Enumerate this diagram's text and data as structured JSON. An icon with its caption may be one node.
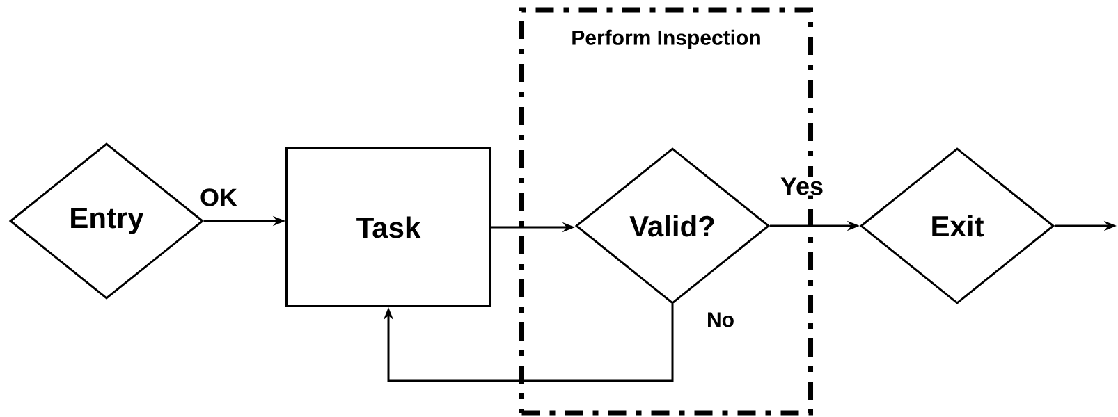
{
  "diagram": {
    "nodes": [
      {
        "text": [
          "Perform Inspection"
        ]
      },
      {
        "text": [
          "Entry"
        ]
      },
      {
        "text": [
          "Task"
        ]
      },
      {
        "text": [
          "Valid?"
        ],
        "in": 0
      },
      {
        "text": [
          "Exit"
        ]
      }
    ],
    "edges": [
      {
        "from": 1,
        "to": 2,
        "arrow": "to",
        "label": "OK"
      },
      {
        "from": 2,
        "to": 3,
        "arrow": "to"
      },
      {
        "from": 3,
        "to": 4,
        "arrow": "to",
        "label": "Yes"
      },
      {
        "from": 3,
        "to": 2,
        "arrow": "to",
        "label": "No"
      },
      {
        "from": 4,
        "to": null,
        "arrow": "to"
      }
    ]
  }
}
